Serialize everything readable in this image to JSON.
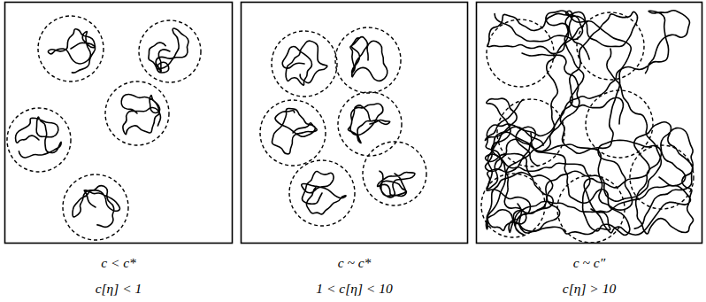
{
  "diagram": {
    "nodes": [
      {
        "text": [
          "c < c*",
          "c[η] < 1"
        ]
      },
      {
        "text": [
          "c ~ c*",
          "1 < c[η] < 10"
        ]
      },
      {
        "text": [
          "c ~ c″",
          "c[η] > 10"
        ]
      }
    ]
  }
}
